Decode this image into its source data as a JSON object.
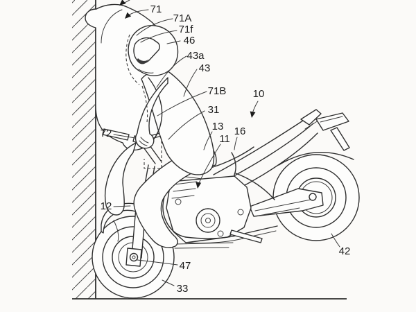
{
  "figure": {
    "kind": "patent-line-drawing",
    "description": "Side view of a motorcycle with rider pitched against a wall, airbag deployed between rider and wall",
    "colors": {
      "line": "#2e2e2e",
      "paper": "#fbfaf8"
    },
    "labels": [
      {
        "id": "ref-71",
        "text": "71"
      },
      {
        "id": "ref-71A",
        "text": "71A"
      },
      {
        "id": "ref-71f",
        "text": "71f"
      },
      {
        "id": "ref-46",
        "text": "46"
      },
      {
        "id": "ref-43a",
        "text": "43a"
      },
      {
        "id": "ref-43",
        "text": "43"
      },
      {
        "id": "ref-71B",
        "text": "71B"
      },
      {
        "id": "ref-10",
        "text": "10"
      },
      {
        "id": "ref-31",
        "text": "31"
      },
      {
        "id": "ref-13",
        "text": "13"
      },
      {
        "id": "ref-11",
        "text": "11"
      },
      {
        "id": "ref-16",
        "text": "16"
      },
      {
        "id": "ref-72",
        "text": "72"
      },
      {
        "id": "ref-12",
        "text": "12"
      },
      {
        "id": "ref-47",
        "text": "47"
      },
      {
        "id": "ref-33",
        "text": "33"
      },
      {
        "id": "ref-42",
        "text": "42"
      }
    ]
  }
}
